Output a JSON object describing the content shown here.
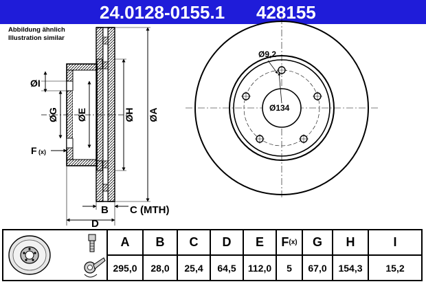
{
  "header": {
    "part_number": "24.0128-0155.1",
    "ref_number": "428155",
    "bg_color": "#1f1cd9"
  },
  "note": {
    "line1": "Abbildung ähnlich",
    "line2": "Illustration similar"
  },
  "section_labels": {
    "I": "ØI",
    "G": "ØG",
    "E": "ØE",
    "H": "ØH",
    "A": "ØA",
    "F": "F",
    "F_sub": "(x)",
    "B": "B",
    "C": "C (MTH)",
    "D": "D"
  },
  "front_labels": {
    "bolt_hole": "Ø9,2",
    "pcd": "Ø134"
  },
  "table": {
    "headers": [
      "A",
      "B",
      "C",
      "D",
      "E",
      "F",
      "G",
      "H",
      "I"
    ],
    "f_sub": "(x)",
    "values": [
      "295,0",
      "28,0",
      "25,4",
      "64,5",
      "112,0",
      "5",
      "67,0",
      "154,3",
      "15,2"
    ]
  },
  "icons": [
    "brake-disc-icon",
    "wheel-bolt-icon",
    "torque-wrench-icon"
  ]
}
